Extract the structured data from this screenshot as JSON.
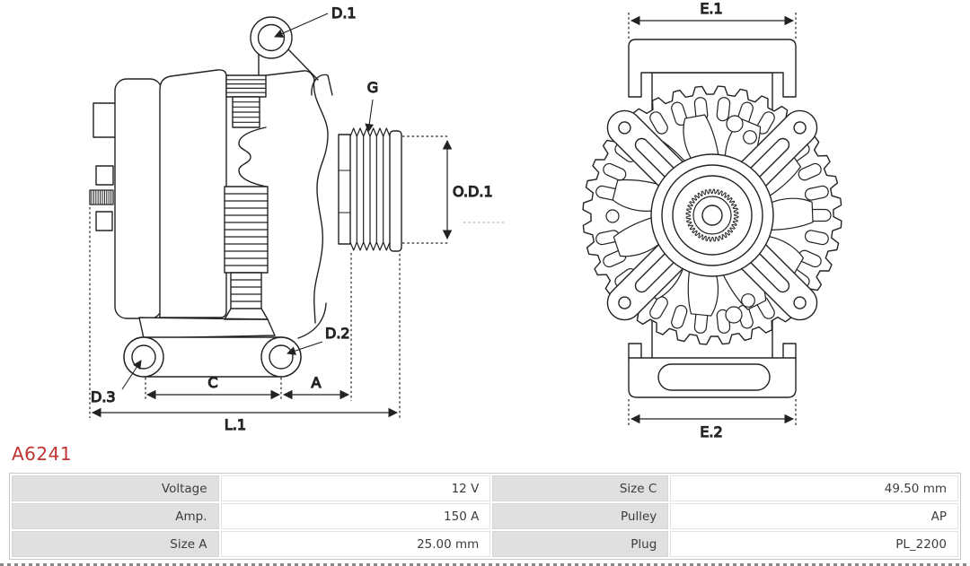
{
  "part": {
    "number": "A6241",
    "number_color": "#bf3333"
  },
  "diagram": {
    "line_color": "#222222",
    "labels": {
      "d1": "D.1",
      "g": "G",
      "od1": "O.D.1",
      "d2": "D.2",
      "d3": "D.3",
      "c": "C",
      "a": "A",
      "l1": "L.1",
      "e1": "E.1",
      "e2": "E.2"
    }
  },
  "spec_table": {
    "rows": [
      {
        "label_left": "Voltage",
        "value_left": "12 V",
        "label_right": "Size C",
        "value_right": "49.50 mm"
      },
      {
        "label_left": "Amp.",
        "value_left": "150 A",
        "label_right": "Pulley",
        "value_right": "AP"
      },
      {
        "label_left": "Size A",
        "value_left": "25.00 mm",
        "label_right": "Plug",
        "value_right": "PL_2200"
      }
    ]
  }
}
